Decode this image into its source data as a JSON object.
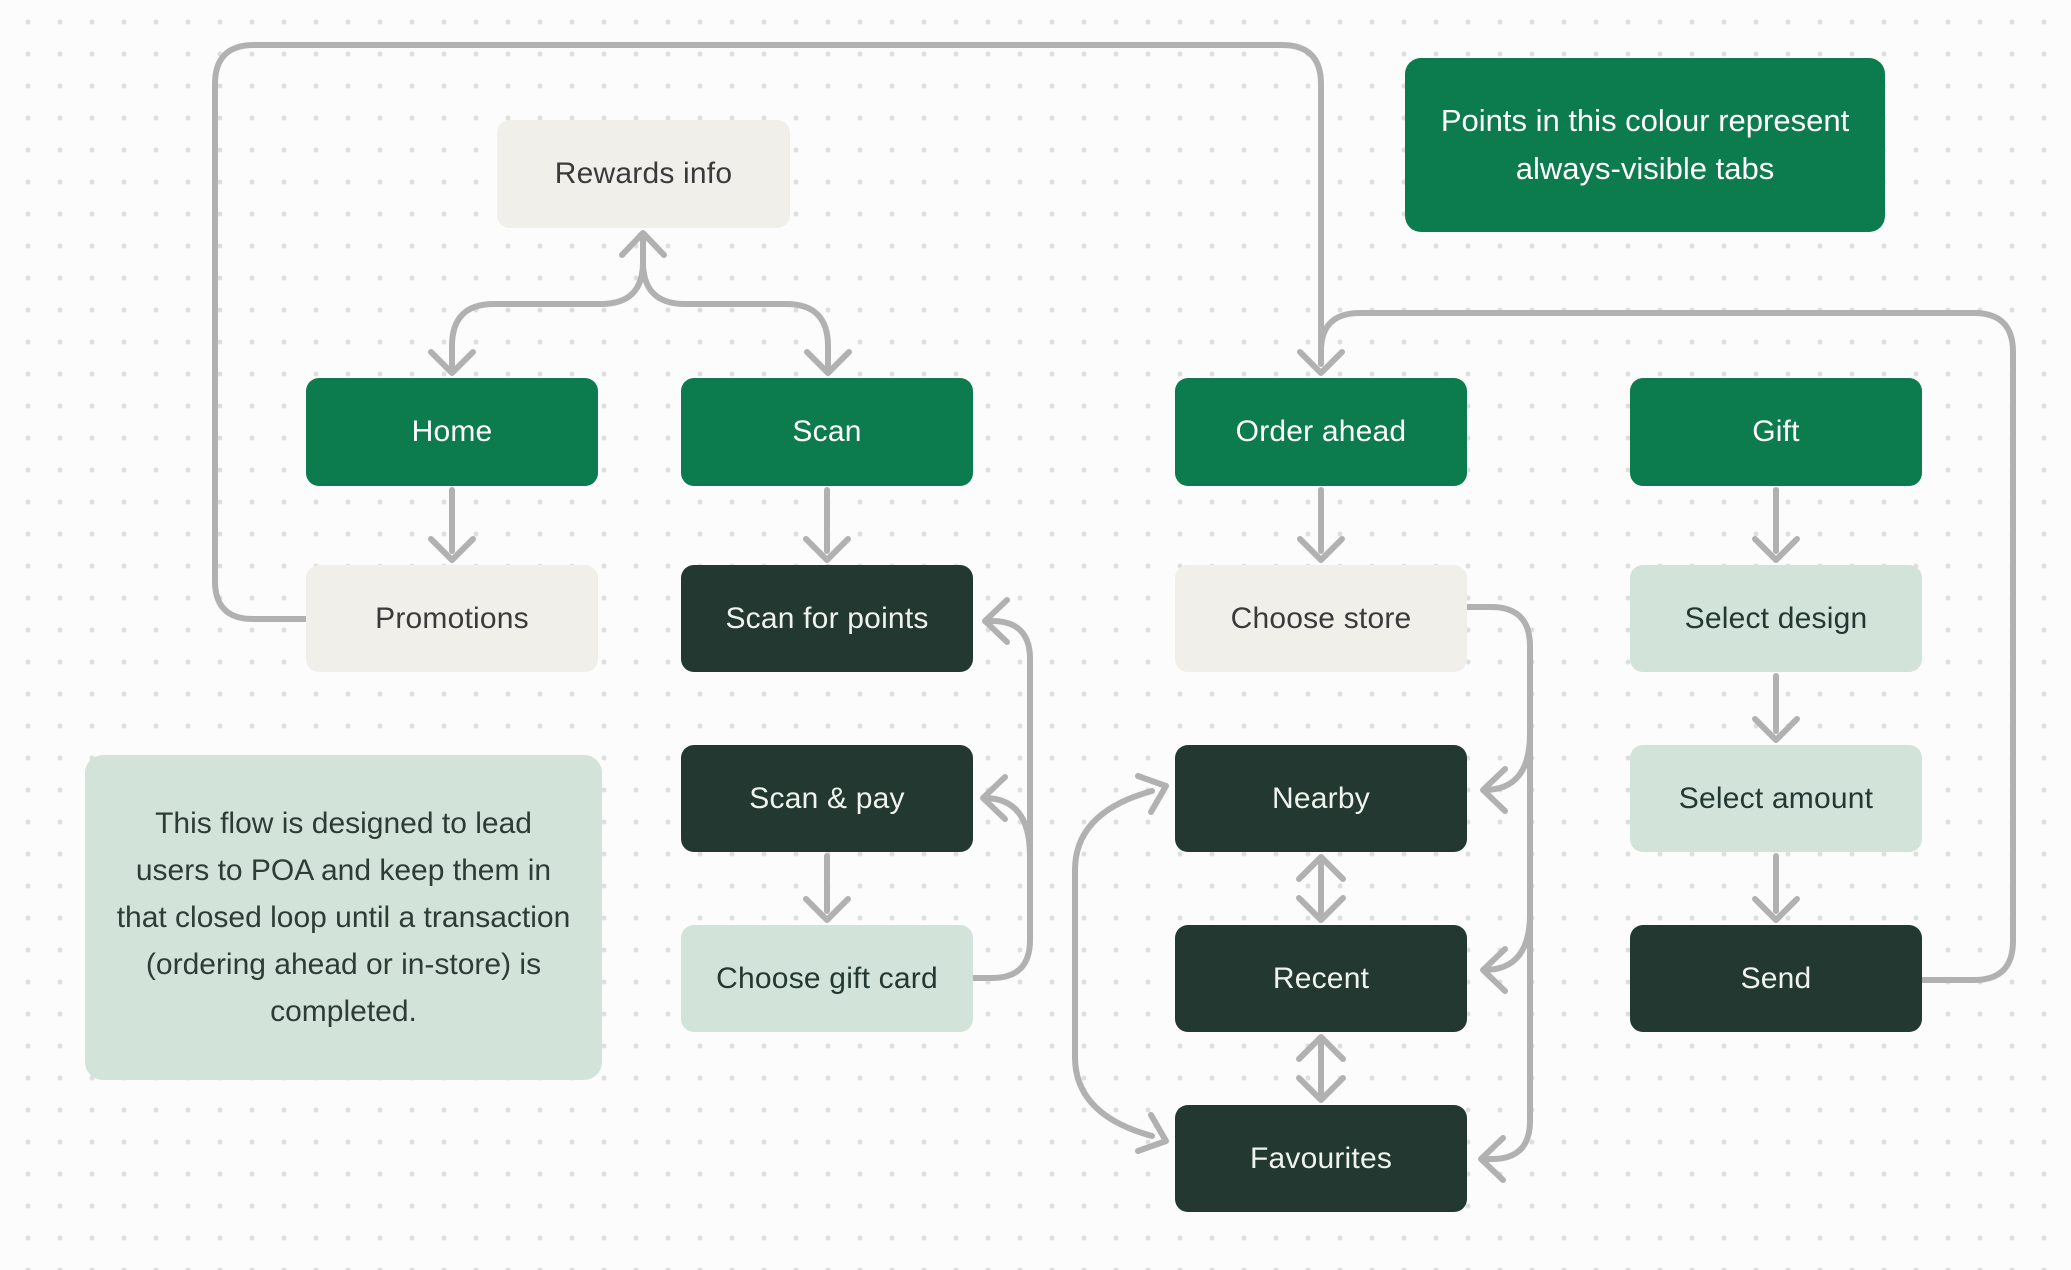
{
  "diagram": {
    "legend_note": "Points in this colour represent always-visible tabs",
    "flow_note": "This flow is designed to lead users to POA and keep them in that closed loop until a transaction (ordering ahead or in-store) is completed.",
    "nodes": {
      "rewards_info": "Rewards info",
      "home": "Home",
      "scan": "Scan",
      "order_ahead": "Order ahead",
      "gift": "Gift",
      "promotions": "Promotions",
      "scan_for_points": "Scan for points",
      "choose_store": "Choose store",
      "select_design": "Select design",
      "scan_and_pay": "Scan & pay",
      "nearby": "Nearby",
      "select_amount": "Select amount",
      "choose_gift_card": "Choose gift card",
      "recent": "Recent",
      "send": "Send",
      "favourites": "Favourites"
    },
    "colors": {
      "always_visible_tab": "#0c7b4d",
      "dark_screen": "#223830",
      "mint_screen": "#d2e3d9",
      "light_screen": "#f0efe9",
      "connector": "#b1b1b1"
    }
  }
}
